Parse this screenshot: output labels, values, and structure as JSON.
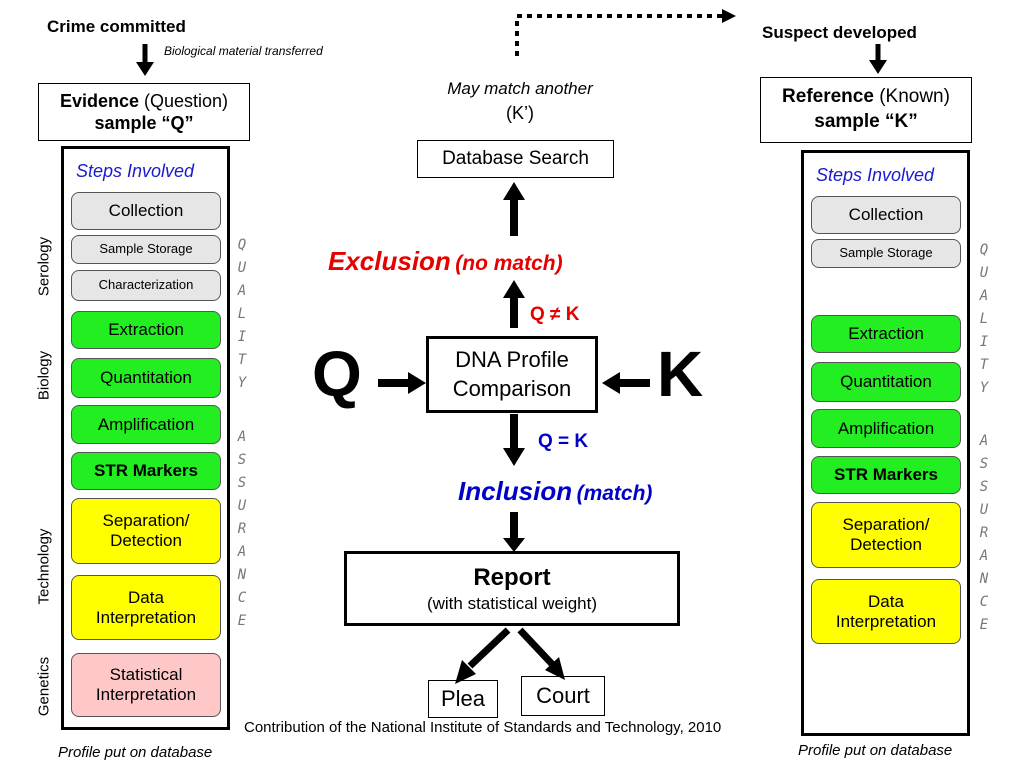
{
  "top": {
    "crime_committed": "Crime committed",
    "bio_transferred": "Biological material transferred",
    "suspect_developed": "Suspect developed"
  },
  "left": {
    "evidence_bold": "Evidence",
    "evidence_rest": " (Question)",
    "evidence_line2": "sample “Q”",
    "steps_title": "Steps Involved",
    "steps": [
      "Collection",
      "Sample Storage",
      "Characterization",
      "Extraction",
      "Quantitation",
      "Amplification",
      "STR Markers",
      "Separation/ Detection",
      "Data Interpretation",
      "Statistical Interpretation"
    ],
    "categories": [
      "Serology",
      "Biology",
      "Technology",
      "Genetics"
    ],
    "footer": "Profile put on database"
  },
  "right": {
    "reference_bold": "Reference",
    "reference_rest": " (Known)",
    "reference_line2": "sample “K”",
    "steps_title": "Steps Involved",
    "steps": [
      "Collection",
      "Sample Storage",
      "Extraction",
      "Quantitation",
      "Amplification",
      "STR Markers",
      "Separation/ Detection",
      "Data Interpretation"
    ],
    "footer": "Profile put on database"
  },
  "qa_text": {
    "quality": [
      "Q",
      "U",
      "A",
      "L",
      "I",
      "T",
      "Y"
    ],
    "assurance": [
      "A",
      "S",
      "S",
      "U",
      "R",
      "A",
      "N",
      "C",
      "E"
    ]
  },
  "center": {
    "may_match": "May match another",
    "k_prime": "(K’)",
    "database_search": "Database Search",
    "exclusion": "Exclusion",
    "no_match": "(no match)",
    "q_neq_k": "Q ≠ K",
    "q_letter": "Q",
    "k_letter": "K",
    "dna_line1": "DNA Profile",
    "dna_line2": "Comparison",
    "q_eq_k": "Q = K",
    "inclusion": "Inclusion",
    "match": "(match)",
    "report": "Report",
    "report_sub": "(with statistical weight)",
    "plea": "Plea",
    "court": "Court",
    "credit": "Contribution of the National Institute of Standards and Technology, 2010"
  },
  "colors": {
    "green": "#22ee22",
    "yellow": "#ffff00",
    "pink": "#ffc8c8",
    "gray": "#e6e6e6",
    "exclusion_red": "#e60000",
    "inclusion_blue": "#0000c8"
  }
}
